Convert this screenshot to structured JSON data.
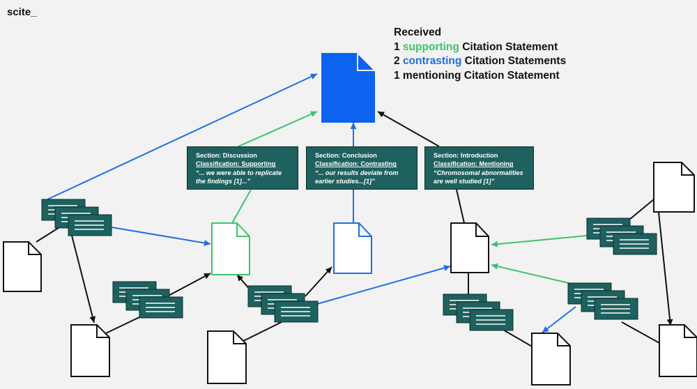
{
  "brand": {
    "logo": "scite_"
  },
  "legend": {
    "line1": "Received",
    "supporting": {
      "count": "1",
      "word": "supporting",
      "rest": "Citation Statement"
    },
    "contrasting": {
      "count": "2",
      "word": "contrasting",
      "rest": "Citation Statements"
    },
    "mentioning": {
      "text": "1 mentioning Citation Statement"
    }
  },
  "statements": [
    {
      "section": "Section: Discussion",
      "classification": "Classification: Supporting",
      "quote1": "“... we were able to replicate",
      "quote2": "the findings [1]...”"
    },
    {
      "section": "Section: Conclusion",
      "classification": "Classification: Contrasting",
      "quote1": "“... our results deviate from",
      "quote2": "earlier studies...[1]”"
    },
    {
      "section": "Section: Introduction",
      "classification": "Classification: Mentioning",
      "quote1": "“Chromosomal abnormalities",
      "quote2": "are well studied [1]”"
    }
  ],
  "colors": {
    "supporting": "#3cc36a",
    "contrasting": "#1f6fe0",
    "mentioning": "#111111",
    "statement_fill": "#1e615f",
    "target_document": "#0b63f0"
  },
  "icons": [
    "document-icon",
    "citation-statement-stack-icon"
  ]
}
